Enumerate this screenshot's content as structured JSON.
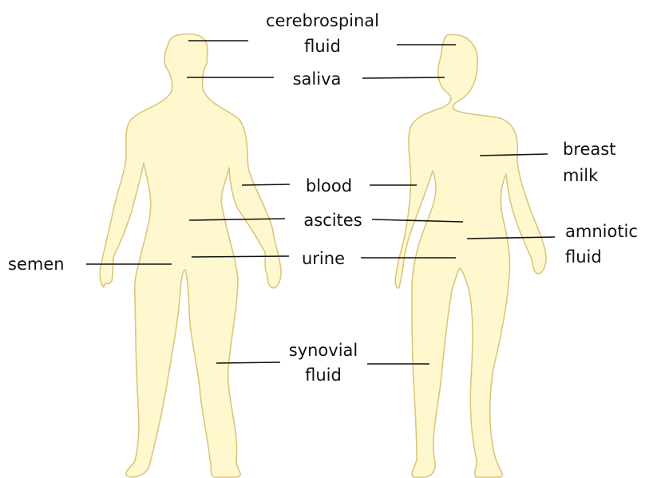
{
  "diagram": {
    "colors": {
      "body_fill": "#fff8cf",
      "body_outline": "#dcc57a",
      "text": "#111111",
      "leader": "#111111"
    },
    "labels": {
      "csf_line1": "cerebrospinal",
      "csf_line2": "fluid",
      "saliva": "saliva",
      "breast_line1": "breast",
      "breast_line2": "milk",
      "blood": "blood",
      "ascites": "ascites",
      "amniotic_line1": "amniotic",
      "amniotic_line2": "fluid",
      "semen": "semen",
      "urine": "urine",
      "synovial_line1": "synovial",
      "synovial_line2": "fluid"
    }
  }
}
